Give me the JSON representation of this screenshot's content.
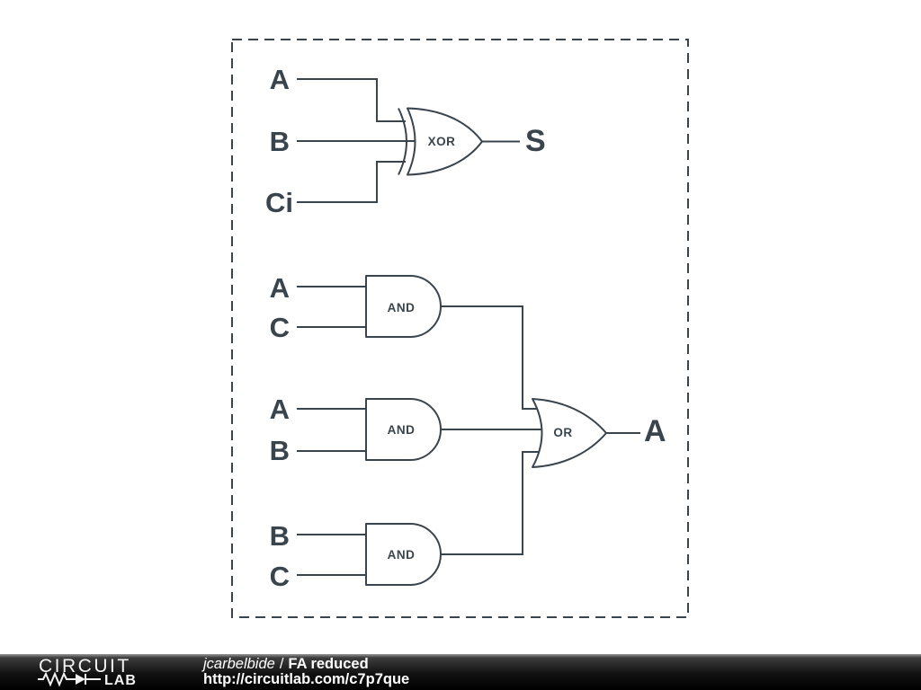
{
  "colors": {
    "stroke": "#3a444d",
    "footer_bg": "#000000",
    "footer_text": "#ffffff"
  },
  "diagram": {
    "sum": {
      "inputs": [
        "A",
        "B",
        "Ci"
      ],
      "gate_label": "XOR",
      "output": "S"
    },
    "carry": {
      "and_gates": [
        {
          "gate_label": "AND",
          "inputs": [
            "A",
            "C"
          ]
        },
        {
          "gate_label": "AND",
          "inputs": [
            "A",
            "B"
          ]
        },
        {
          "gate_label": "AND",
          "inputs": [
            "B",
            "C"
          ]
        }
      ],
      "or_gate_label": "OR",
      "output": "A"
    }
  },
  "footer": {
    "logo": {
      "word1": "CIRCUIT",
      "word2": "LAB"
    },
    "author": "jcarbelbide",
    "separator": "/",
    "title": "FA reduced",
    "url": "http://circuitlab.com/c7p7que"
  }
}
